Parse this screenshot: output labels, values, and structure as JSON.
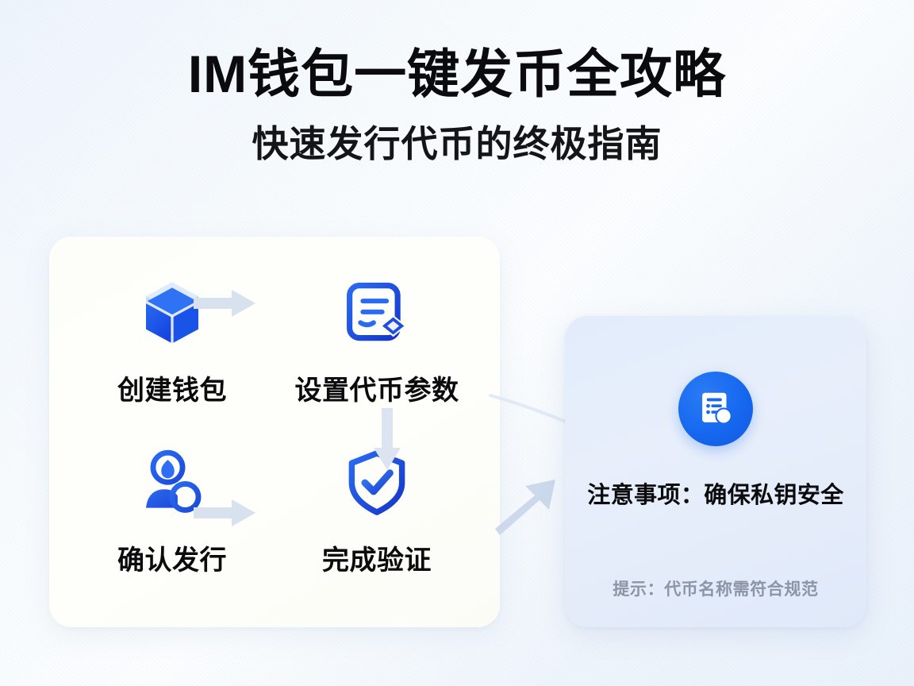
{
  "header": {
    "title": "IM钱包一键发币全攻略",
    "subtitle": "快速发行代币的终极指南"
  },
  "flow": {
    "steps": [
      {
        "label": "创建钱包",
        "icon": "cube-box-icon"
      },
      {
        "label": "设置代币参数",
        "icon": "document-token-icon"
      },
      {
        "label": "确认发行",
        "icon": "user-confirm-icon"
      },
      {
        "label": "完成验证",
        "icon": "shield-check-icon"
      }
    ],
    "connectors": [
      {
        "name": "arrow-right-top",
        "direction": "right"
      },
      {
        "name": "arrow-down-middle",
        "direction": "down"
      },
      {
        "name": "arrow-right-bottom",
        "direction": "right"
      },
      {
        "name": "arrow-to-note-card",
        "direction": "up-right"
      }
    ]
  },
  "note": {
    "icon": "certificate-badge-icon",
    "title": "注意事项：确保私钥安全",
    "hint": "提示：代币名称需符合规范"
  },
  "colors": {
    "background": "#eef4fb",
    "flow_card": "#fdfdf9",
    "note_card": "#e3ecfa",
    "brand_blue": "#1668ef",
    "icon_blue": "#1f4fd8",
    "arrow_gray": "#d6dfeb",
    "title_black": "#0b0b0d",
    "hint_gray": "#8b95a6"
  }
}
